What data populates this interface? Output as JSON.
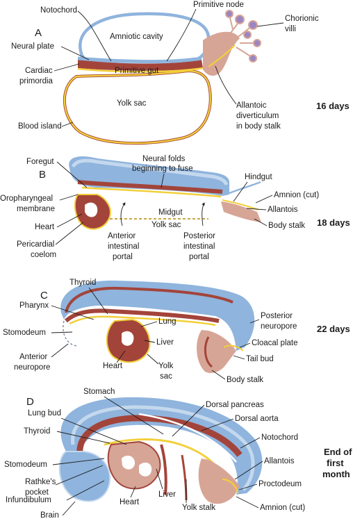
{
  "panels": {
    "a": {
      "letter": "A",
      "stage": [
        "16 days"
      ],
      "labels": {
        "notochord": "Notochord",
        "primitive_node": "Primitive node",
        "chorionic_villi": [
          "Chorionic",
          "villi"
        ],
        "amniotic_cavity": "Amniotic cavity",
        "neural_plate": "Neural plate",
        "cardiac_primordia": [
          "Cardiac",
          "primordia"
        ],
        "primitive_gut": "Primitive gut",
        "allantoic": [
          "Allantoic",
          "diverticulum",
          "in body stalk"
        ],
        "yolk_sac": "Yolk sac",
        "blood_island": "Blood island"
      }
    },
    "b": {
      "letter": "B",
      "stage": [
        "18 days"
      ],
      "labels": {
        "foregut": "Foregut",
        "neural_folds": [
          "Neural folds",
          "beginning to fuse"
        ],
        "hindgut": "Hindgut",
        "amnion_cut": "Amnion (cut)",
        "oropharyngeal": [
          "Oropharyngeal",
          "membrane"
        ],
        "allantois": "Allantois",
        "midgut": "Midgut",
        "heart": "Heart",
        "yolk_sac": "Yolk sac",
        "body_stalk": "Body stalk",
        "pericardial": [
          "Pericardial",
          "coelom"
        ],
        "anterior_portal": [
          "Anterior",
          "intestinal",
          "portal"
        ],
        "posterior_portal": [
          "Posterior",
          "intestinal",
          "portal"
        ]
      }
    },
    "c": {
      "letter": "C",
      "stage": [
        "22 days"
      ],
      "labels": {
        "thyroid": "Thyroid",
        "pharynx": "Pharynx",
        "lung": "Lung",
        "posterior_neuropore": [
          "Posterior",
          "neuropore"
        ],
        "stomodeum": "Stomodeum",
        "liver": "Liver",
        "cloacal_plate": "Cloacal plate",
        "anterior_neuropore": [
          "Anterior",
          "neuropore"
        ],
        "heart": "Heart",
        "yolk_sac": [
          "Yolk",
          "sac"
        ],
        "tail_bud": "Tail bud",
        "body_stalk": "Body stalk"
      }
    },
    "d": {
      "letter": "D",
      "stage": [
        "End of",
        "first",
        "month"
      ],
      "labels": {
        "stomach": "Stomach",
        "dorsal_pancreas": "Dorsal pancreas",
        "lung_bud": "Lung bud",
        "dorsal_aorta": "Dorsal aorta",
        "thyroid": "Thyroid",
        "notochord": "Notochord",
        "allantois": "Allantois",
        "stomodeum": "Stomodeum",
        "rathkes": [
          "Rathke's",
          "pocket"
        ],
        "liver": "Liver",
        "proctodeum": "Proctodeum",
        "infundibulum": "Infundibulum",
        "heart": "Heart",
        "yolk_stalk": "Yolk stalk",
        "amnion_cut": "Amnion (cut)",
        "brain": "Brain"
      }
    }
  },
  "colors": {
    "ectoderm_blue": "#8fb4dd",
    "ectoderm_light": "#c4d8ee",
    "mesoderm_red": "#a3443a",
    "mesoderm_pink": "#d7a596",
    "endoderm_yellow": "#f2cf3a",
    "villi_purple": "#9a86c4"
  }
}
